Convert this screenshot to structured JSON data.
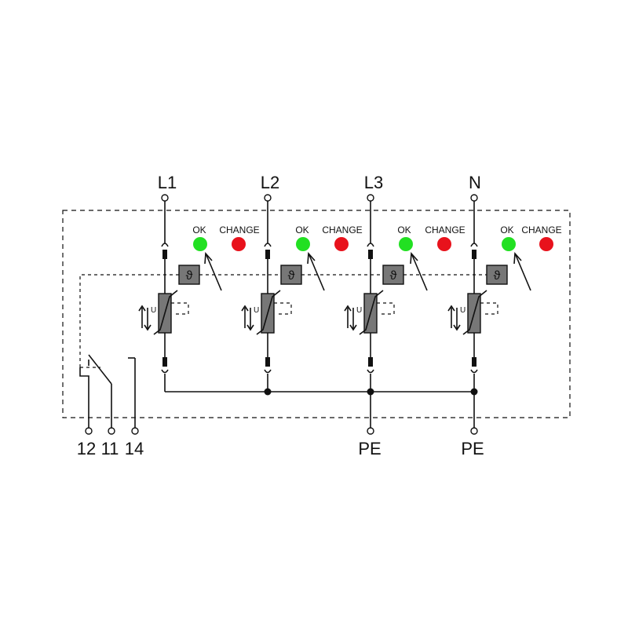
{
  "diagram": {
    "lines": [
      {
        "label": "L1",
        "ok_label": "OK",
        "change_label": "CHANGE",
        "thermal_symbol": "ϑ",
        "u_label": "U"
      },
      {
        "label": "L2",
        "ok_label": "OK",
        "change_label": "CHANGE",
        "thermal_symbol": "ϑ",
        "u_label": "U"
      },
      {
        "label": "L3",
        "ok_label": "OK",
        "change_label": "CHANGE",
        "thermal_symbol": "ϑ",
        "u_label": "U"
      },
      {
        "label": "N",
        "ok_label": "OK",
        "change_label": "CHANGE",
        "thermal_symbol": "ϑ",
        "u_label": "U"
      }
    ],
    "bottom_terminals": [
      {
        "label": "12"
      },
      {
        "label": "11"
      },
      {
        "label": "14"
      },
      {
        "label": "PE"
      },
      {
        "label": "PE"
      }
    ],
    "colors": {
      "ok_led": "#22e022",
      "change_led": "#e8121c",
      "component_fill": "#777777",
      "line": "#111111"
    },
    "icons": {
      "thermal_disconnector": "theta-box-icon",
      "varistor": "varistor-icon",
      "remote_contact": "changeover-switch-icon"
    }
  }
}
